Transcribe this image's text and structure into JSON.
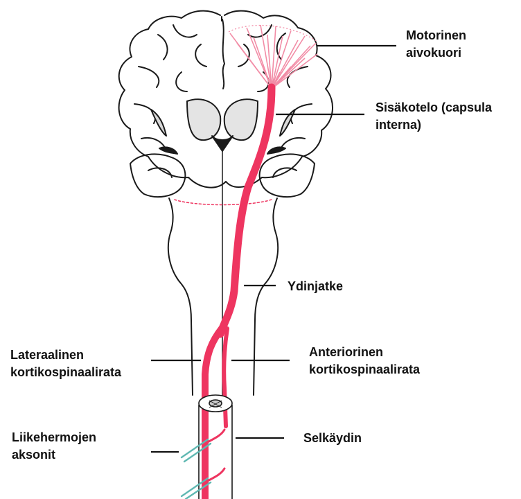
{
  "colors": {
    "tract": "#ee3560",
    "cortex_fibers": "#f28ca6",
    "motor_axons": "#5fb8b2",
    "outline": "#1a1a1a",
    "leader_lines": "#111111"
  },
  "labels": {
    "motor_cortex": [
      "Motorinen",
      "aivokuori"
    ],
    "internal_capsule": [
      "Sisäkotelo (capsula",
      "interna)"
    ],
    "medulla": [
      "Ydinjatke"
    ],
    "lateral_tract": [
      "Lateraalinen",
      "kortikospinaalirata"
    ],
    "anterior_tract": [
      "Anteriorinen",
      "kortikospinaalirata"
    ],
    "motor_axons": [
      "Liikehermojen",
      "aksonit"
    ],
    "spinal_cord": [
      "Selkäydin"
    ]
  }
}
